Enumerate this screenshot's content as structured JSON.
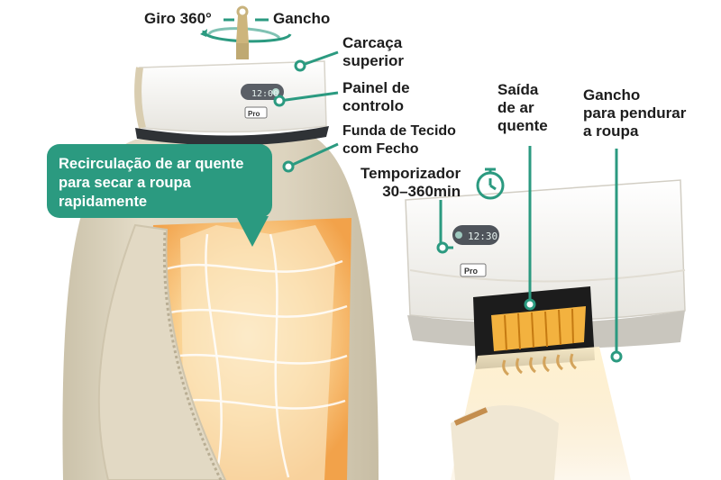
{
  "labels": {
    "rotation": "Giro 360°",
    "hook_top": "Gancho",
    "upper_casing": [
      "Carcaça",
      "superior"
    ],
    "control_panel": [
      "Painel de",
      "controlo"
    ],
    "fabric_cover": [
      "Funda de Tecido",
      "com Fecho"
    ],
    "timer": [
      "Temporizador",
      "30–360min"
    ],
    "hot_air_outlet": [
      "Saída",
      "de ar",
      "quente"
    ],
    "hanging_hook": [
      "Gancho",
      "para pendurar",
      "a roupa"
    ]
  },
  "callout": {
    "lines": [
      "Recirculação de ar quente",
      "para secar a roupa",
      "rapidamente"
    ]
  },
  "device": {
    "display_main": "12:00",
    "display_detail": "12:30",
    "logo": "Pro"
  },
  "colors": {
    "accent": "#2b9a80",
    "fabric": "#dbd2bd",
    "casing": "#f3f2ee",
    "warm_light": "#f7b45a"
  }
}
